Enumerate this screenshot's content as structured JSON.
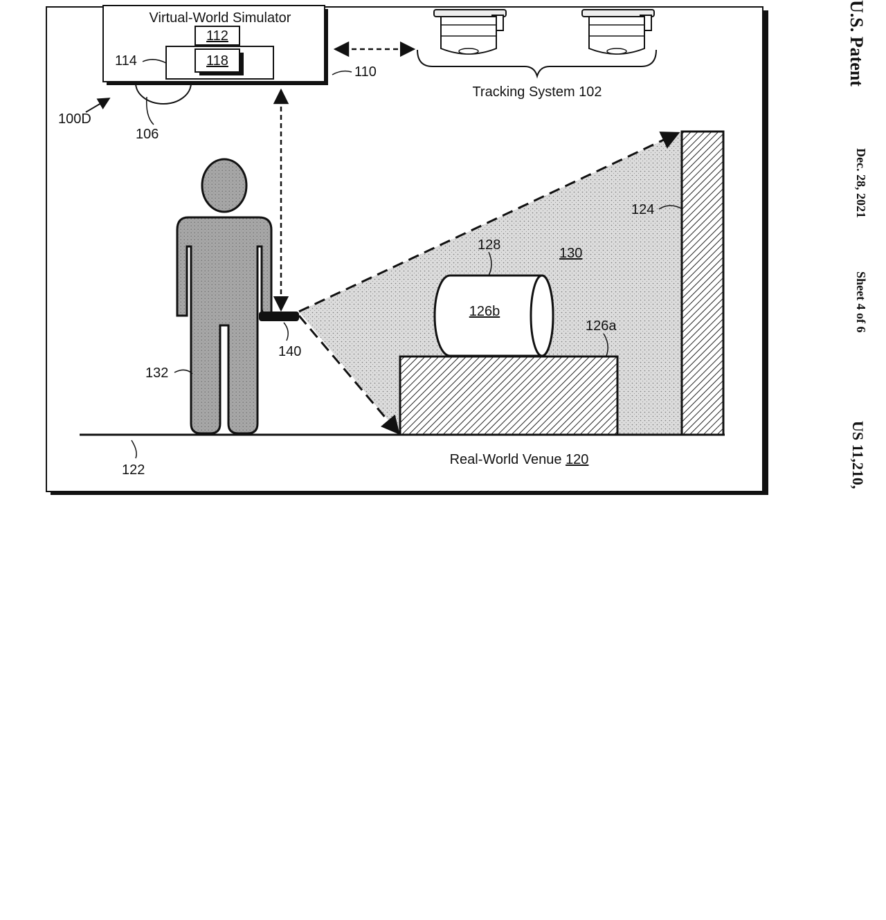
{
  "diagram": {
    "figure_ref": "100D",
    "simulator": {
      "title": "Virtual-World Simulator",
      "ref": "110",
      "inner_top": "112",
      "inner_box": "114",
      "inner_core": "118",
      "dome": "106"
    },
    "tracking": {
      "label": "Tracking System 102"
    },
    "person": "132",
    "device": "140",
    "floor": "122",
    "wall": "124",
    "projection": "130",
    "cylinder_label": "128",
    "cylinder": "126b",
    "block_label": "126a",
    "venue": "Real-World Venue ",
    "venue_ref": "120"
  },
  "header": {
    "title": "U.S. Patent",
    "date": "Dec. 28, 2021",
    "sheet": "Sheet 4 of 6",
    "number": "US 11,210,"
  },
  "colors": {
    "ink": "#111111",
    "person_fill": "#a9a9a9",
    "projection_fill": "#d9d9d9"
  }
}
